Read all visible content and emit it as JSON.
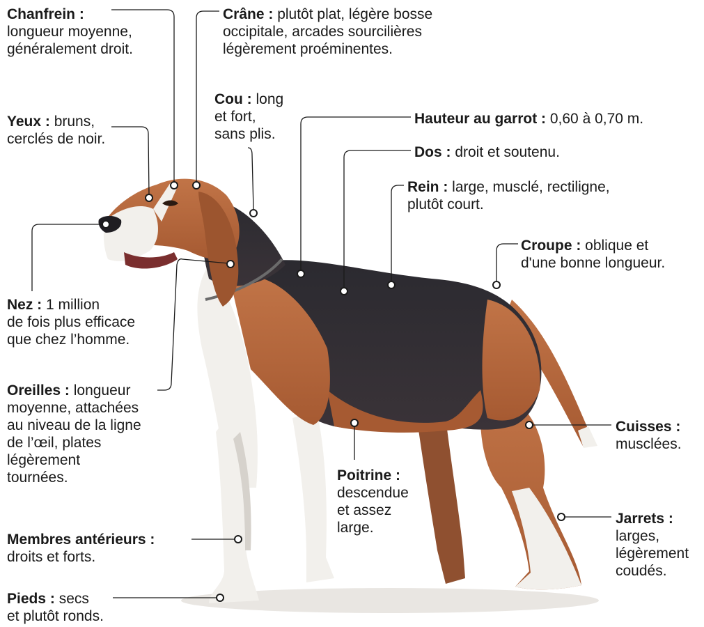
{
  "annotations": [
    {
      "id": "chanfrein",
      "term": "Chanfrein :",
      "lines": [
        "longueur moyenne,",
        "généralement droit."
      ]
    },
    {
      "id": "crane",
      "term": "Crâne :",
      "first": " plutôt plat, légère bosse",
      "lines": [
        "occipitale, arcades sourcilières",
        "légèrement proéminentes."
      ]
    },
    {
      "id": "cou",
      "term": "Cou :",
      "first": " long",
      "lines": [
        "et fort,",
        "sans plis."
      ]
    },
    {
      "id": "yeux",
      "term": "Yeux :",
      "first": " bruns,",
      "lines": [
        "cerclés de noir."
      ]
    },
    {
      "id": "hauteur",
      "term": "Hauteur au garrot :",
      "first": " 0,60 à 0,70 m.",
      "lines": []
    },
    {
      "id": "dos",
      "term": "Dos :",
      "first": " droit et soutenu.",
      "lines": []
    },
    {
      "id": "rein",
      "term": "Rein :",
      "first": " large, musclé, rectiligne,",
      "lines": [
        "plutôt court."
      ]
    },
    {
      "id": "croupe",
      "term": "Croupe :",
      "first": " oblique et",
      "lines": [
        "d'une bonne longueur."
      ]
    },
    {
      "id": "nez",
      "term": "Nez :",
      "first": " 1 million",
      "lines": [
        "de fois plus efficace",
        "que chez l’homme."
      ]
    },
    {
      "id": "oreilles",
      "term": "Oreilles :",
      "first": " longueur",
      "lines": [
        "moyenne, attachées",
        "au niveau de la ligne",
        "de l’œil, plates",
        "légèrement",
        "tournées."
      ]
    },
    {
      "id": "cuisses",
      "term": "Cuisses :",
      "lines": [
        "musclées."
      ]
    },
    {
      "id": "poitrine",
      "term": "Poitrine :",
      "lines": [
        "descendue",
        "et assez",
        "large."
      ]
    },
    {
      "id": "membres",
      "term": "Membres antérieurs :",
      "lines": [
        "droits et forts."
      ]
    },
    {
      "id": "jarrets",
      "term": "Jarrets :",
      "lines": [
        "larges,",
        "légèrement",
        "coudés."
      ]
    },
    {
      "id": "pieds",
      "term": "Pieds :",
      "first": " secs",
      "lines": [
        "et plutôt ronds."
      ]
    }
  ],
  "colors": {
    "tan": "#b8673a",
    "black": "#26242a",
    "white": "#f2f0ec",
    "line": "#1a1a1a"
  }
}
